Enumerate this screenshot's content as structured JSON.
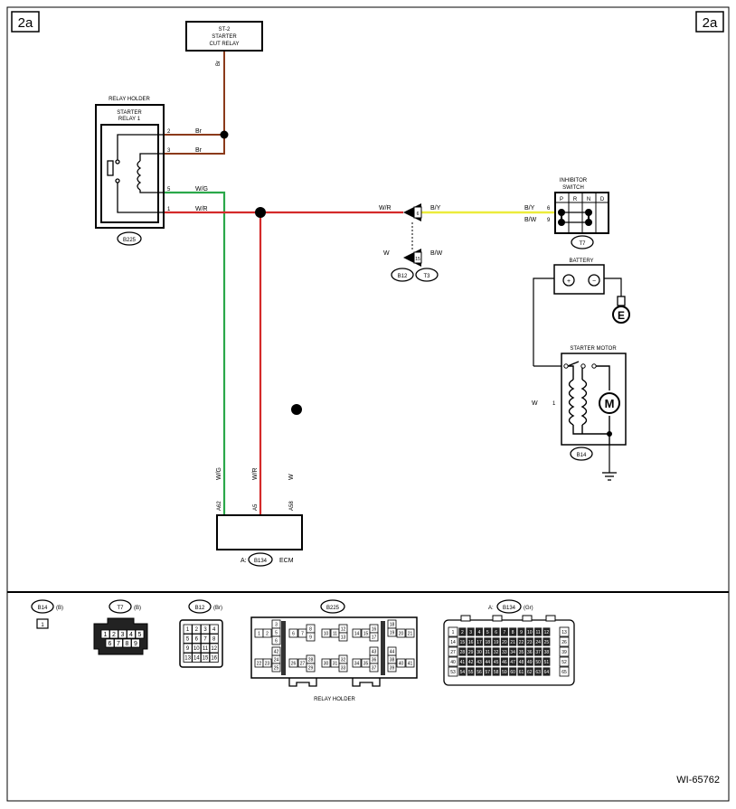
{
  "page_tags": {
    "left": "2a",
    "right": "2a"
  },
  "doc_id": "WI-65762",
  "st2": {
    "line1": "ST-2",
    "line2": "STARTER",
    "line3": "CUT RELAY",
    "wire": "Br"
  },
  "relay_holder": {
    "title": "RELAY HOLDER",
    "line1": "STARTER",
    "line2": "RELAY 1",
    "pins": [
      "2",
      "3",
      "5",
      "1"
    ],
    "wires": [
      "Br",
      "Br",
      "W/G",
      "W/R"
    ],
    "connector": "B225"
  },
  "junction": {
    "left_wire": "W/R",
    "right_wire": "B/Y",
    "top_pin": "6",
    "lower_left_wire": "W",
    "lower_right_wire": "B/W",
    "bottom_pin": "15",
    "conn_a": "B12",
    "conn_b": "T3"
  },
  "inhibitor": {
    "line1": "INHIBITOR",
    "line2": "SWITCH",
    "positions": [
      "P",
      "R",
      "N",
      "D"
    ],
    "wire1": "B/Y",
    "pin1": "6",
    "wire2": "B/W",
    "pin2": "9",
    "connector": "T7"
  },
  "battery": {
    "label": "BATTERY",
    "plus": "+",
    "minus": "−",
    "ground": "E"
  },
  "starter_motor": {
    "label": "STARTER MOTOR",
    "wire": "W",
    "pin": "1",
    "motor": "M",
    "connector": "B14"
  },
  "ecm": {
    "wires": [
      "W/G",
      "W/R",
      "W"
    ],
    "pins": [
      "A62",
      "A5",
      "A58"
    ],
    "prefix": "A:",
    "connector": "B134",
    "label": "ECM"
  },
  "connector_views": {
    "b14": {
      "name": "B14",
      "color": "(B)",
      "pins": [
        "1"
      ]
    },
    "t7": {
      "name": "T7",
      "color": "(B)",
      "row1": [
        "1",
        "2",
        "3",
        "4",
        "5"
      ],
      "row2": [
        "6",
        "7",
        "8",
        "9"
      ]
    },
    "b12": {
      "name": "B12",
      "color": "(Br)",
      "pins": [
        "1",
        "2",
        "3",
        "4",
        "5",
        "6",
        "7",
        "8",
        "9",
        "10",
        "11",
        "12",
        "13",
        "14",
        "15",
        "16"
      ]
    },
    "b225": {
      "name": "B225",
      "caption": "RELAY HOLDER",
      "pins": [
        "1",
        "2",
        "3",
        "4",
        "5",
        "6",
        "7",
        "8",
        "9",
        "10",
        "11",
        "12",
        "13",
        "14",
        "15",
        "16",
        "17",
        "18",
        "19",
        "20",
        "21",
        "22",
        "23",
        "24",
        "25",
        "26",
        "27",
        "28",
        "29",
        "30",
        "31",
        "32",
        "33",
        "34",
        "35",
        "36",
        "37",
        "38",
        "39",
        "40",
        "41",
        "42",
        "43",
        "44"
      ]
    },
    "b134": {
      "prefix": "A:",
      "name": "B134",
      "color": "(Gr)"
    }
  },
  "wire_colors": {
    "Br": "#8b3a1a",
    "W/G": "#2aa84a",
    "W/R": "#d42a2a",
    "B/Y": "#ecec3c",
    "W": "#555555"
  }
}
